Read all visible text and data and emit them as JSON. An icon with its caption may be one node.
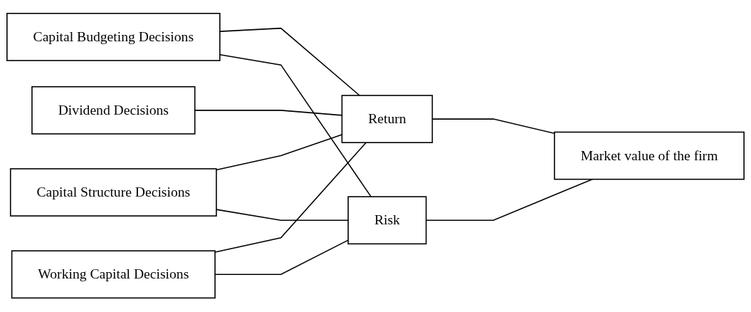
{
  "diagram": {
    "nodes": [
      {
        "text": [
          "Capital Budgeting Decisions"
        ]
      },
      {
        "text": [
          "Capital Structure Decisions"
        ]
      },
      {
        "text": [
          "Dividend Decisions"
        ]
      },
      {
        "text": [
          "Working Capital Decisions"
        ]
      },
      {
        "text": [
          "Return"
        ]
      },
      {
        "text": [
          "Risk"
        ]
      },
      {
        "text": [
          "Market value of the firm"
        ]
      }
    ],
    "edges": [
      {
        "from": 0,
        "to": 4,
        "arrow": "none"
      },
      {
        "from": 0,
        "to": 5,
        "arrow": "none"
      },
      {
        "from": 1,
        "to": 4,
        "arrow": "none"
      },
      {
        "from": 1,
        "to": 5,
        "arrow": "none"
      },
      {
        "from": 2,
        "to": 4,
        "arrow": "none"
      },
      {
        "from": 3,
        "to": 4,
        "arrow": "none"
      },
      {
        "from": 3,
        "to": 5,
        "arrow": "none"
      },
      {
        "from": 4,
        "to": 6,
        "arrow": "none"
      },
      {
        "from": 5,
        "to": 6,
        "arrow": "none"
      }
    ]
  }
}
